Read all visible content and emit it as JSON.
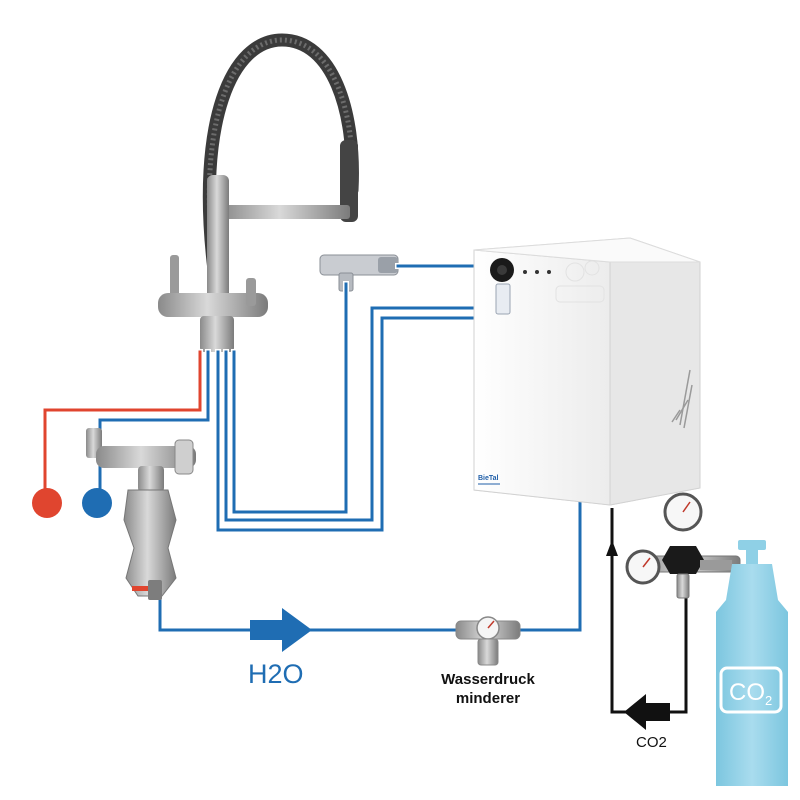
{
  "labels": {
    "water": "H2O",
    "pressure_reducer_line1": "Wasserdruck",
    "pressure_reducer_line2": "minderer",
    "gas_line": "CO2",
    "bottle_main": "CO",
    "bottle_sub": "2",
    "cooler_brand": "BieTal"
  },
  "colors": {
    "water_line": "#1f6db3",
    "hot_line": "#e0452f",
    "cold_dot": "#1f6db3",
    "gas_line": "#111111",
    "co2_bottle": "#8fd0e6",
    "co2_bottle_frame": "#2a2a2a",
    "cooler_body": "#f4f4f4",
    "chrome": "#b5b5b5"
  },
  "icons": {
    "hot_water": "red-dot-icon",
    "cold_water": "blue-dot-icon",
    "flow_water": "blue-arrow-icon",
    "flow_gas": "black-arrow-icon"
  }
}
